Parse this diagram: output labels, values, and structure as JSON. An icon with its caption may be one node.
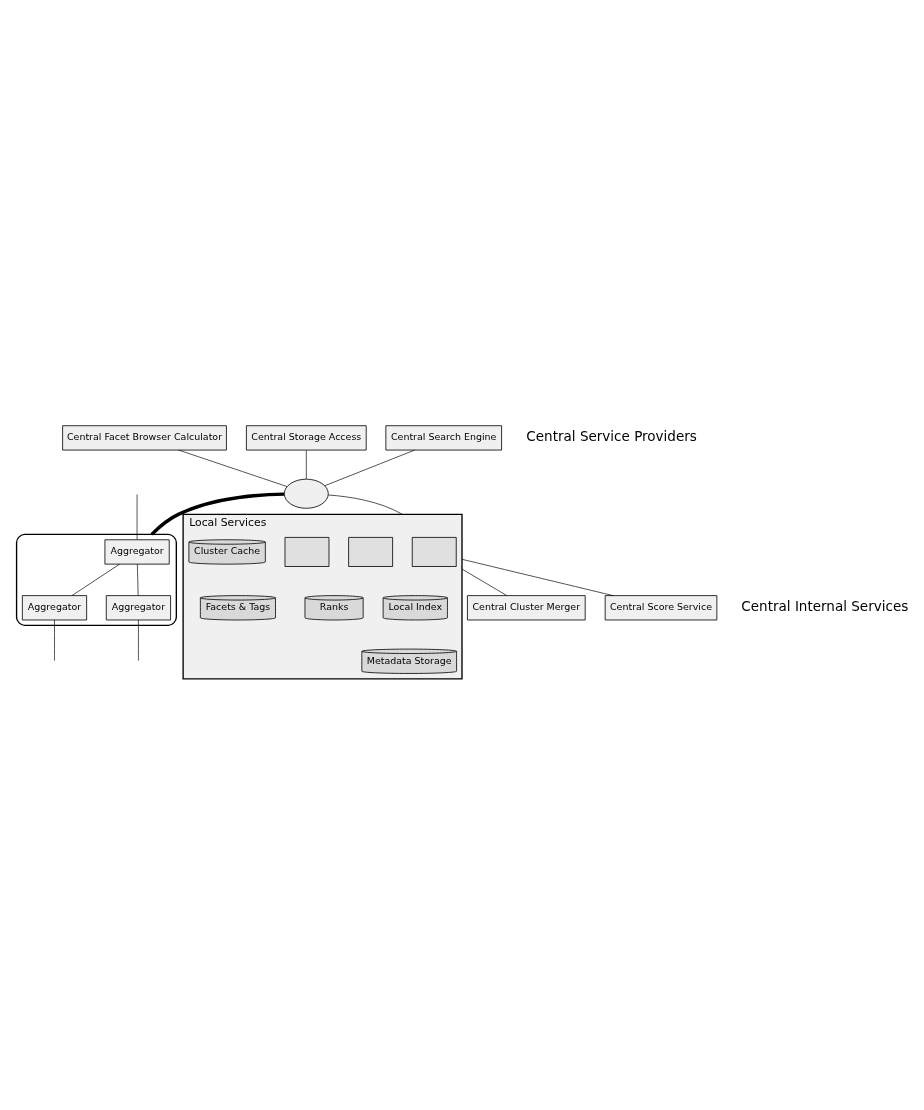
{
  "diagram": {
    "nodes": [
      {
        "text": [
          "Central Facet Browser Calculator"
        ]
      },
      {
        "text": [
          "Central Storage Access"
        ]
      },
      {
        "text": [
          "Central Search Engine"
        ]
      },
      {
        "text": [],
        "shape": "ellipse"
      },
      {
        "text": [],
        "shape": "ellipse"
      },
      {
        "text": [
          "Aggregator"
        ],
        "in": 4
      },
      {
        "text": [
          "Aggregator"
        ],
        "in": 4
      },
      {
        "text": [
          "Aggregator"
        ],
        "in": 4
      },
      {
        "text": [
          "Local Services"
        ]
      },
      {
        "text": [],
        "shape": "box",
        "in": 8
      },
      {
        "text": [],
        "shape": "box",
        "in": 8
      },
      {
        "text": [],
        "shape": "box",
        "in": 8
      },
      {
        "text": [
          "Cluster Cache"
        ],
        "in": 8
      },
      {
        "text": [
          "Local Index"
        ],
        "in": 8
      },
      {
        "text": [
          "Ranks"
        ],
        "in": 8
      },
      {
        "text": [
          "Facets & Tags"
        ],
        "in": 8
      },
      {
        "text": [
          "Metadata Storage"
        ],
        "in": 8
      },
      {
        "text": [
          "Central Cluster Merger"
        ]
      },
      {
        "text": [
          "Central Score Service"
        ]
      }
    ],
    "edges": [
      {
        "from": 0,
        "to": 3,
        "arrow": "none"
      },
      {
        "from": 1,
        "to": 3,
        "arrow": "none"
      },
      {
        "from": 2,
        "to": 3,
        "arrow": "none"
      },
      {
        "from": 3,
        "to": 4,
        "arrow": "none",
        "style": "thick"
      },
      {
        "from": null,
        "to": 5,
        "arrow": "none"
      },
      {
        "from": 5,
        "to": 6,
        "arrow": "none"
      },
      {
        "from": 5,
        "to": 7,
        "arrow": "none"
      },
      {
        "from": 6,
        "to": null,
        "arrow": "none"
      },
      {
        "from": 7,
        "to": null,
        "arrow": "none"
      },
      {
        "from": 3,
        "to": 8,
        "arrow": "none"
      },
      {
        "from": 8,
        "to": 17,
        "arrow": "none"
      },
      {
        "from": 8,
        "to": 18,
        "arrow": "none"
      }
    ],
    "labels": [
      "Central Service Providers",
      "Central Internal Services"
    ]
  }
}
